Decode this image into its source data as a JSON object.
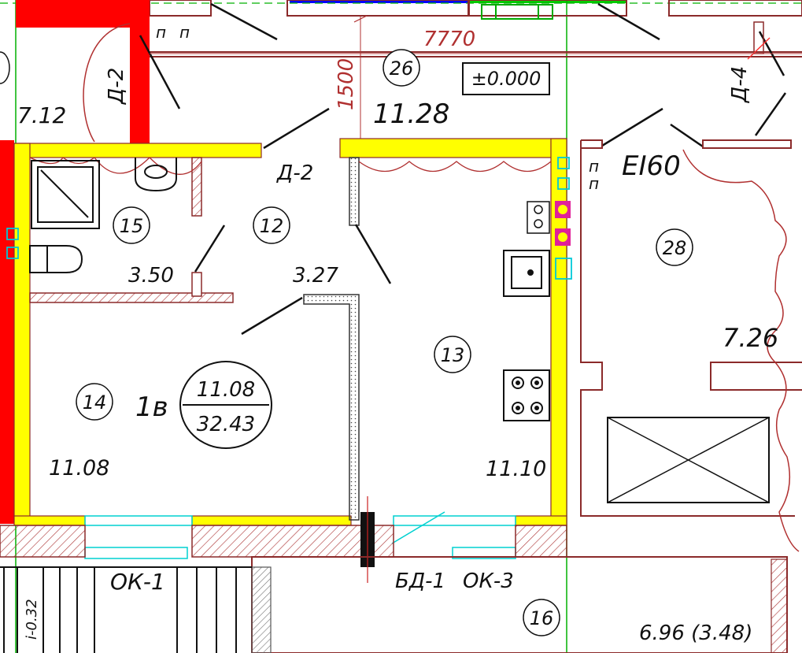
{
  "rooms": [
    {
      "number": "12",
      "area": "3.27"
    },
    {
      "number": "13",
      "area": "11.10"
    },
    {
      "number": "14",
      "area": "11.08"
    },
    {
      "number": "15",
      "area": "3.50"
    },
    {
      "number": "16",
      "area": "6.96 (3.48)"
    },
    {
      "number": "26",
      "area": "11.28"
    },
    {
      "number": "28",
      "area": "7.26"
    }
  ],
  "apartment": {
    "label": "1в",
    "living_area": "11.08",
    "total_area": "32.43"
  },
  "level_mark": "±0.000",
  "dimensions": {
    "horizontal": "7770",
    "vertical": "1500",
    "side": "i-0.32"
  },
  "left_room_area": "7.12",
  "doors": {
    "d2_top": "Д-2",
    "d2_mid": "Д-2",
    "d4": "Д-4",
    "fire_rating": "EI60",
    "balcony_door": "БД-1"
  },
  "windows": {
    "ok1": "ОК-1",
    "ok3": "ОК-3"
  },
  "marks": {
    "p": "п"
  },
  "colors": {
    "bearing_wall": "#ff0000",
    "partition": "#ffff00",
    "wall_outline": "#8b2a2a",
    "grid_line": "#00b000",
    "door_arc": "#b03030",
    "window": "#00d0d0",
    "outlet": "#e0209a",
    "top_band_blue": "#0000ff",
    "top_band_green": "#00cc00"
  }
}
